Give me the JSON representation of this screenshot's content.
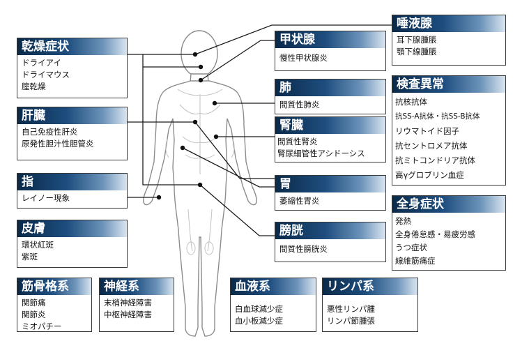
{
  "boxes": {
    "dry": {
      "title": "乾燥症状",
      "items": [
        "ドライアイ",
        "ドライマウス",
        "腟乾燥"
      ]
    },
    "liver": {
      "title": "肝臓",
      "items": [
        "自己免疫性肝炎",
        "原発性胆汁性胆管炎"
      ]
    },
    "finger": {
      "title": "指",
      "items": [
        "レイノー現象"
      ]
    },
    "skin": {
      "title": "皮膚",
      "items": [
        "環状紅斑",
        "紫斑"
      ]
    },
    "musculo": {
      "title": "筋骨格系",
      "items": [
        "関節痛",
        "関節炎",
        "ミオパチー"
      ]
    },
    "nerve": {
      "title": "神経系",
      "items": [
        "末梢神経障害",
        "中枢神経障害"
      ]
    },
    "blood": {
      "title": "血液系",
      "items": [
        "白血球減少症",
        "血小板減少症"
      ]
    },
    "lymph": {
      "title": "リンパ系",
      "items": [
        "悪性リンパ腫",
        "リンパ節腫張"
      ]
    },
    "thyroid": {
      "title": "甲状腺",
      "items": [
        "慢性甲状腺炎"
      ]
    },
    "lung": {
      "title": "肺",
      "items": [
        "間質性肺炎"
      ]
    },
    "kidney": {
      "title": "腎臓",
      "items": [
        "間質性腎炎",
        "腎尿細管性アシドーシス"
      ]
    },
    "stomach": {
      "title": "胃",
      "items": [
        "萎縮性胃炎"
      ]
    },
    "bladder": {
      "title": "膀胱",
      "items": [
        "間質性膀胱炎"
      ]
    },
    "salivary": {
      "title": "唾液腺",
      "items": [
        "耳下腺腫脹",
        "顎下線腫脹"
      ]
    },
    "lab": {
      "title": "検査異常",
      "items": [
        "抗核抗体",
        "抗SS-A抗体・抗SS-B抗体",
        "リウマトイド因子",
        "抗セントロメア抗体",
        "抗ミトコンドリア抗体",
        "高γグロブリン血症"
      ]
    },
    "systemic": {
      "title": "全身症状",
      "items": [
        "発熱",
        "全身倦怠感・易疲労感",
        "うつ症状",
        "線維筋痛症"
      ]
    }
  }
}
